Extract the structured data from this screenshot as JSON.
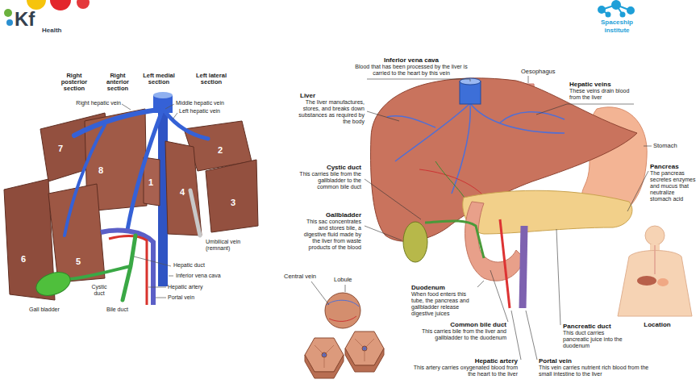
{
  "diagram": {
    "labels": [
      "Kf",
      "Health",
      "Spaceship",
      "institute",
      "Right posterior section",
      "Right anterior section",
      "Left medial section",
      "Left lateral section",
      "Right hepatic vein",
      "Middle hepatic vein",
      "Left hepatic vein",
      "7",
      "8",
      "2",
      "1",
      "4",
      "3",
      "6",
      "5",
      "Umbilical vein (remnant)",
      "Hepatic duct",
      "Inferior vena cava",
      "Hepatic artery",
      "Portal vein",
      "Cystic duct",
      "Gall bladder",
      "Bile duct",
      "Inferior vena cava",
      "Blood that has been processed by the liver is carried to the heart by this vein",
      "Oesophagus",
      "Liver",
      "The liver manufactures, stores, and breaks down substances as required by the body",
      "Hepatic veins",
      "These veins drain blood from the liver",
      "Stomach",
      "Pancreas",
      "The pancreas secretes enzymes and mucus that neutralize stomach acid",
      "Cystic duct",
      "This carries bile from the gallbladder to the common bile duct",
      "Gallbladder",
      "This sac concentrates and stores bile, a digestive fluid made by the liver from waste products of the blood",
      "Central vein",
      "Lobule",
      "Duodenum",
      "When food enters this tube, the pancreas and gallbladder release digestive juices",
      "Common bile duct",
      "This carries bile from the liver and gallbladder to the duodenum",
      "Hepatic artery",
      "This artery carries oxygenated blood from the heart to the liver",
      "Portal vein",
      "This vein carries nutrient rich blood from the small intestine to the liver",
      "Pancreatic duct",
      "This duct carries pancreatic juice into the duodenum",
      "Location"
    ]
  }
}
